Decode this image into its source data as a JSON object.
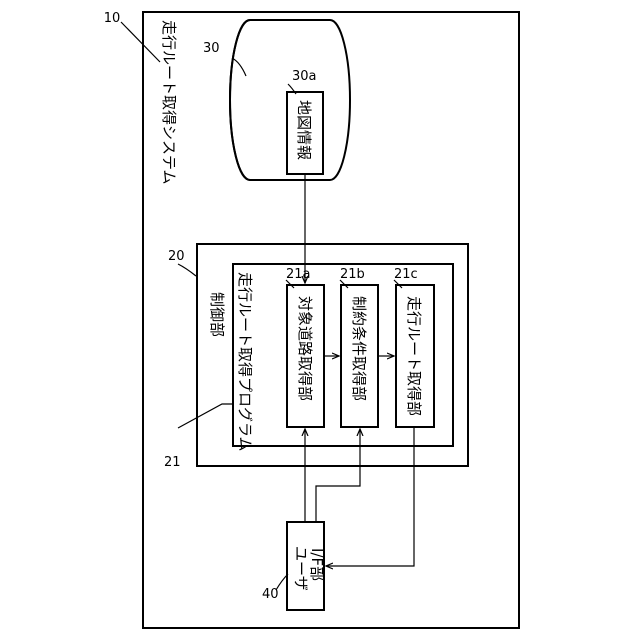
{
  "system": {
    "ref": "10",
    "label": "走行ルート取得システム"
  },
  "storage": {
    "ref": "30",
    "sub_ref": "30a",
    "map_label": "地図情報"
  },
  "control": {
    "ref": "20",
    "label": "制御部"
  },
  "program": {
    "ref": "21",
    "label": "走行ルート取得プログラム"
  },
  "modules": [
    {
      "ref": "21a",
      "label": "対象道路取得部"
    },
    {
      "ref": "21b",
      "label": "制約条件取得部"
    },
    {
      "ref": "21c",
      "label": "走行ルート取得部"
    }
  ],
  "user_if": {
    "ref": "40",
    "line1": "ユーザ",
    "line2": "I/F部"
  }
}
